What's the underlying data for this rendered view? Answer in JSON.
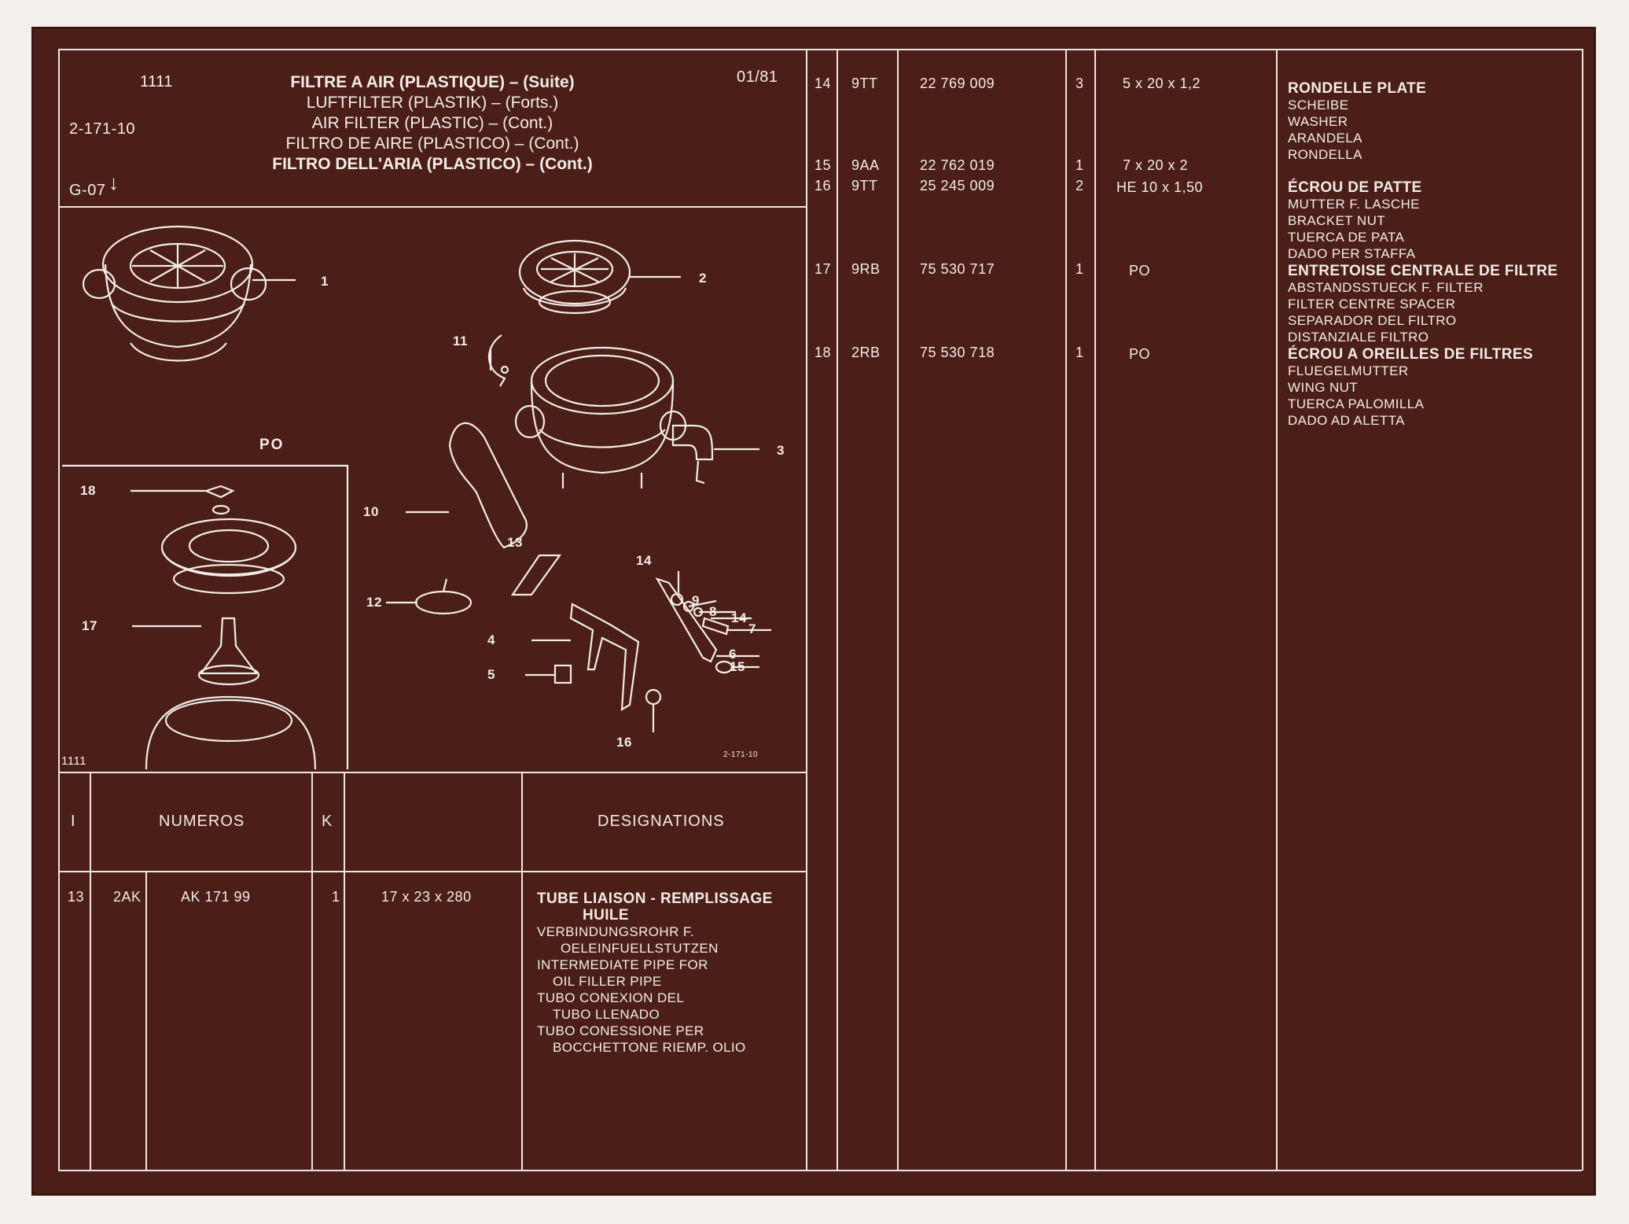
{
  "header": {
    "group_code": "1111",
    "ref_code": "2-171-10",
    "date": "01/81",
    "page_ref": "G-07",
    "titles": [
      "FILTRE A AIR (PLASTIQUE) – (Suite)",
      "LUFTFILTER (PLASTIK) – (Forts.)",
      "AIR FILTER (PLASTIC) – (Cont.)",
      "FILTRO DE AIRE (PLASTICO) – (Cont.)",
      "FILTRO DELL'ARIA (PLASTICO) – (Cont.)"
    ]
  },
  "diagram": {
    "inset_label": "PO",
    "corner_code": "1111",
    "figure_code": "2-171-10",
    "callouts": [
      "1",
      "2",
      "3",
      "4",
      "5",
      "6",
      "7",
      "8",
      "9",
      "10",
      "11",
      "12",
      "13",
      "14",
      "14",
      "15",
      "16",
      "17",
      "18"
    ]
  },
  "table_header": {
    "col_i": "I",
    "col_numeros": "NUMEROS",
    "col_k": "K",
    "col_designations": "DESIGNATIONS"
  },
  "left_row": {
    "index": "13",
    "code": "2AK",
    "part_number": "AK 171 99",
    "qty": "1",
    "dimension": "17 x 23 x 280",
    "designations": [
      "TUBE LIAISON - REMPLISSAGE",
      "HUILE",
      "VERBINDUNGSROHR F.",
      "OELEINFUELLSTUTZEN",
      "INTERMEDIATE PIPE FOR",
      "OIL FILLER PIPE",
      "TUBO CONEXION DEL",
      "TUBO LLENADO",
      "TUBO CONESSIONE PER",
      "BOCCHETTONE RIEMP. OLIO"
    ]
  },
  "right_rows": [
    {
      "index": "14",
      "code": "9TT",
      "part_number": "22 769 009",
      "qty": "3",
      "dimension": "5 x 20 x 1,2",
      "designations": [
        "RONDELLE PLATE",
        "SCHEIBE",
        "WASHER",
        "ARANDELA",
        "RONDELLA"
      ]
    },
    {
      "index": "15",
      "code": "9AA",
      "part_number": "22 762 019",
      "qty": "1",
      "dimension": "7 x 20 x 2",
      "designations": []
    },
    {
      "index": "16",
      "code": "9TT",
      "part_number": "25 245 009",
      "qty": "2",
      "dimension": "HE 10 x 1,50",
      "designations": [
        "ÉCROU DE PATTE",
        "MUTTER F. LASCHE",
        "BRACKET NUT",
        "TUERCA DE PATA",
        "DADO PER STAFFA"
      ]
    },
    {
      "index": "17",
      "code": "9RB",
      "part_number": "75 530 717",
      "qty": "1",
      "dimension": "PO",
      "designations": [
        "ENTRETOISE CENTRALE DE FILTRE",
        "ABSTANDSSTUECK F. FILTER",
        "FILTER CENTRE SPACER",
        "SEPARADOR DEL FILTRO",
        "DISTANZIALE FILTRO"
      ]
    },
    {
      "index": "18",
      "code": "2RB",
      "part_number": "75 530 718",
      "qty": "1",
      "dimension": "PO",
      "designations": [
        "ÉCROU A OREILLES DE FILTRES",
        "FLUEGELMUTTER",
        "WING NUT",
        "TUERCA PALOMILLA",
        "DADO AD ALETTA"
      ]
    }
  ]
}
